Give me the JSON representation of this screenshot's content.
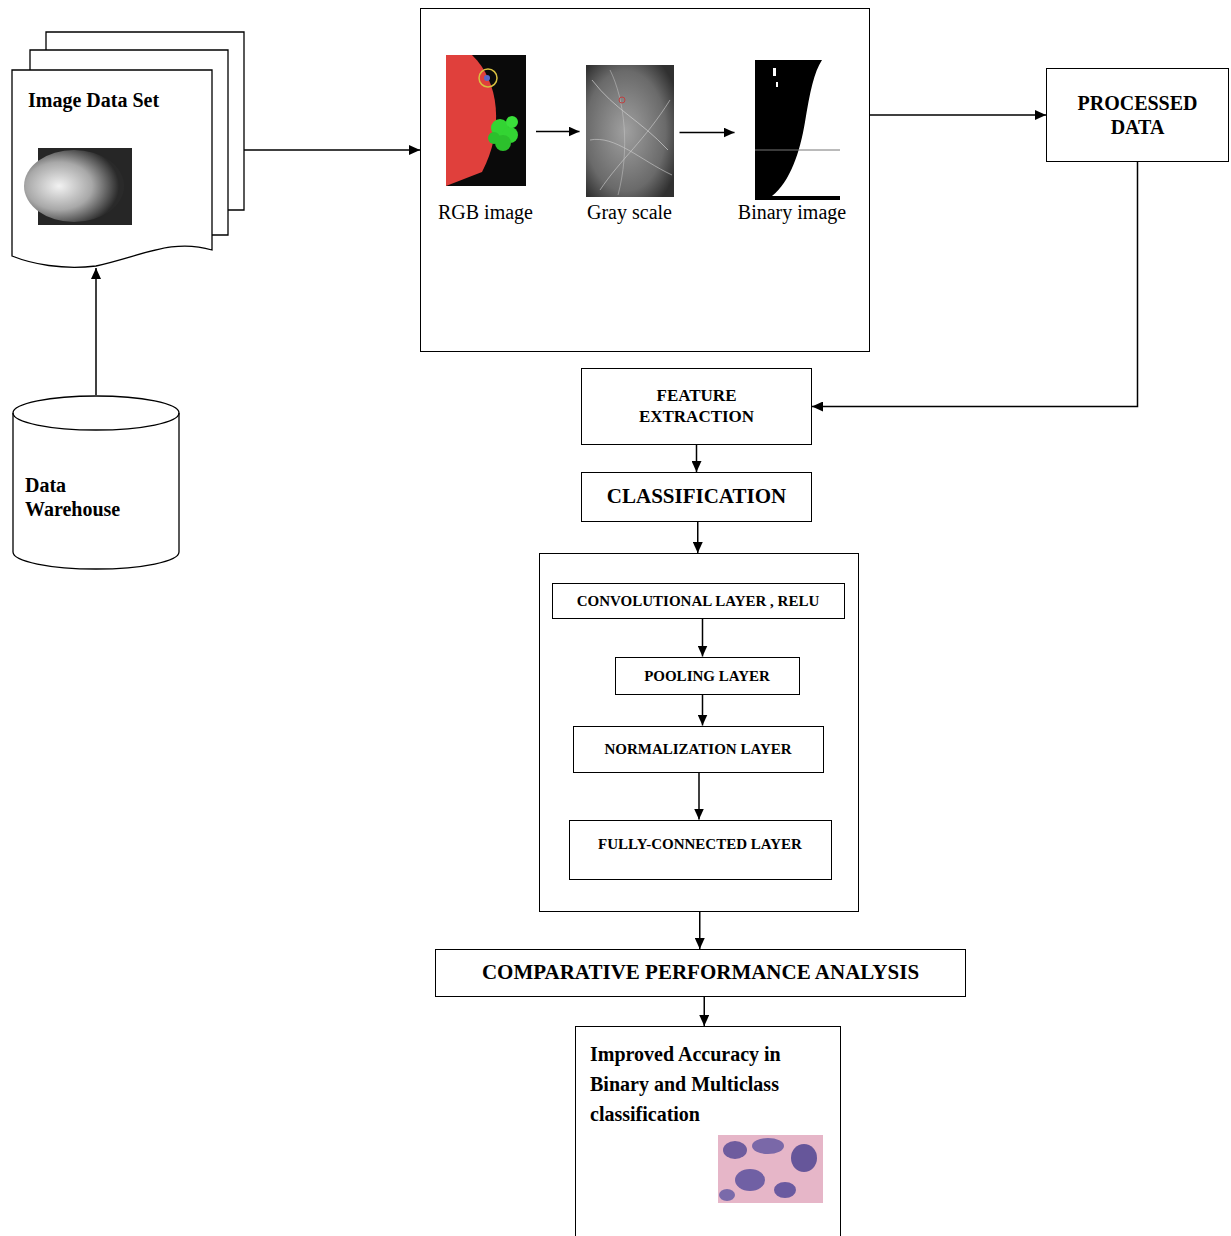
{
  "diagram": {
    "nodes": [
      {
        "text": [
          "Image Data Set"
        ]
      },
      {
        "text": []
      },
      {
        "text": [
          "RGB image"
        ],
        "in": 1
      },
      {
        "text": [
          "Gray scale"
        ],
        "in": 1
      },
      {
        "text": [
          "Binary image"
        ],
        "in": 1
      },
      {
        "text": [
          "PROCESSED DATA"
        ]
      },
      {
        "text": [
          "Data Warehouse"
        ]
      },
      {
        "text": [
          "FEATURE EXTRACTION"
        ]
      },
      {
        "text": [
          "CLASSIFICATION"
        ]
      },
      {
        "text": []
      },
      {
        "text": [
          "CONVOLUTIONAL LAYER , RELU"
        ],
        "in": 9
      },
      {
        "text": [
          "POOLING LAYER"
        ],
        "in": 9
      },
      {
        "text": [
          "NORMALIZATION LAYER"
        ],
        "in": 9
      },
      {
        "text": [
          "FULLY-CONNECTED LAYER"
        ],
        "in": 9
      },
      {
        "text": [
          "COMPARATIVE PERFORMANCE ANALYSIS"
        ]
      },
      {
        "text": [
          "Improved Accuracy in Binary and Multiclass classification"
        ]
      }
    ],
    "edges": [
      {
        "from": 6,
        "to": 0,
        "arrow": "to"
      },
      {
        "from": 0,
        "to": 1,
        "arrow": "to"
      },
      {
        "from": 2,
        "to": 3,
        "arrow": "to"
      },
      {
        "from": 3,
        "to": 4,
        "arrow": "to"
      },
      {
        "from": 1,
        "to": 5,
        "arrow": "to"
      },
      {
        "from": 5,
        "to": 7,
        "arrow": "to"
      },
      {
        "from": 7,
        "to": 8,
        "arrow": "to"
      },
      {
        "from": 8,
        "to": 9,
        "arrow": "to"
      },
      {
        "from": 10,
        "to": 11,
        "arrow": "to"
      },
      {
        "from": 11,
        "to": 12,
        "arrow": "to"
      },
      {
        "from": 12,
        "to": 13,
        "arrow": "to"
      },
      {
        "from": 9,
        "to": 14,
        "arrow": "to"
      },
      {
        "from": 14,
        "to": 15,
        "arrow": "to"
      }
    ]
  }
}
